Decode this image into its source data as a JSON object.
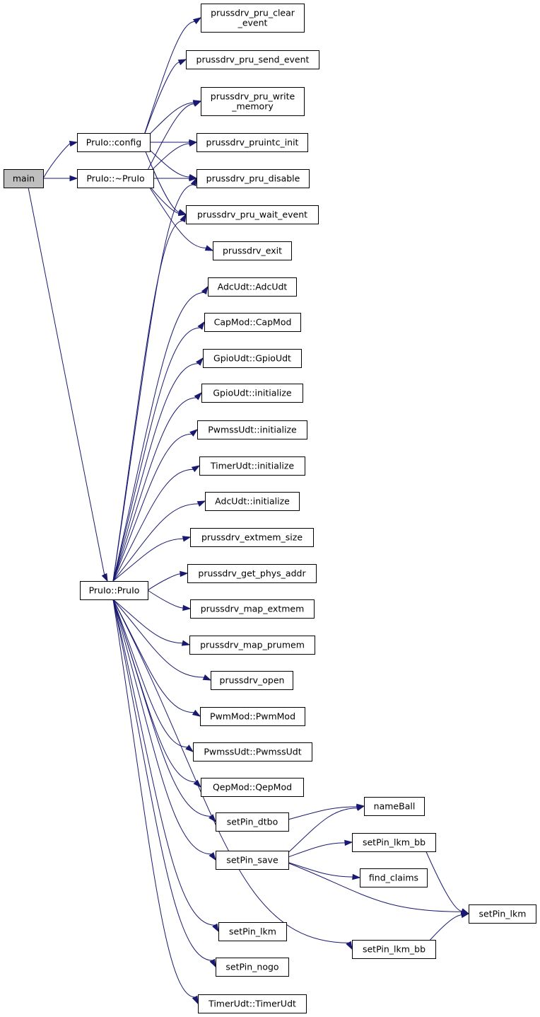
{
  "diagram": {
    "colors": {
      "edge": "#191970",
      "node_border": "#000000",
      "node_fill": "#ffffff",
      "root_fill": "#bfbfbf"
    },
    "nodes": {
      "main": {
        "label": [
          "main"
        ],
        "root": true
      },
      "config": {
        "label": [
          "PruIo::config"
        ]
      },
      "dtor": {
        "label": [
          "PruIo::~PruIo"
        ]
      },
      "ctor": {
        "label": [
          "PruIo::PruIo"
        ]
      },
      "clear_event": {
        "label": [
          "prussdrv_pru_clear",
          "_event"
        ]
      },
      "send_event": {
        "label": [
          "prussdrv_pru_send_event"
        ]
      },
      "write_memory": {
        "label": [
          "prussdrv_pru_write",
          "_memory"
        ]
      },
      "pruintc_init": {
        "label": [
          "prussdrv_pruintc_init"
        ]
      },
      "pru_disable": {
        "label": [
          "prussdrv_pru_disable"
        ]
      },
      "wait_event": {
        "label": [
          "prussdrv_pru_wait_event"
        ]
      },
      "exit": {
        "label": [
          "prussdrv_exit"
        ]
      },
      "adc_ctor": {
        "label": [
          "AdcUdt::AdcUdt"
        ]
      },
      "cap_ctor": {
        "label": [
          "CapMod::CapMod"
        ]
      },
      "gpio_ctor": {
        "label": [
          "GpioUdt::GpioUdt"
        ]
      },
      "gpio_init": {
        "label": [
          "GpioUdt::initialize"
        ]
      },
      "pwmss_init": {
        "label": [
          "PwmssUdt::initialize"
        ]
      },
      "timer_init": {
        "label": [
          "TimerUdt::initialize"
        ]
      },
      "adc_init": {
        "label": [
          "AdcUdt::initialize"
        ]
      },
      "extmem_size": {
        "label": [
          "prussdrv_extmem_size"
        ]
      },
      "phys_addr": {
        "label": [
          "prussdrv_get_phys_addr"
        ]
      },
      "map_extmem": {
        "label": [
          "prussdrv_map_extmem"
        ]
      },
      "map_prumem": {
        "label": [
          "prussdrv_map_prumem"
        ]
      },
      "open": {
        "label": [
          "prussdrv_open"
        ]
      },
      "pwm_ctor": {
        "label": [
          "PwmMod::PwmMod"
        ]
      },
      "pwmss_ctor": {
        "label": [
          "PwmssUdt::PwmssUdt"
        ]
      },
      "qep_ctor": {
        "label": [
          "QepMod::QepMod"
        ]
      },
      "setpin_dtbo": {
        "label": [
          "setPin_dtbo"
        ]
      },
      "nameball": {
        "label": [
          "nameBall"
        ]
      },
      "setpin_save": {
        "label": [
          "setPin_save"
        ]
      },
      "lkm_bb_1": {
        "label": [
          "setPin_lkm_bb"
        ]
      },
      "find_claims": {
        "label": [
          "find_claims"
        ]
      },
      "lkm_right": {
        "label": [
          "setPin_lkm"
        ]
      },
      "lkm_bb_2": {
        "label": [
          "setPin_lkm_bb"
        ]
      },
      "setpin_lkm": {
        "label": [
          "setPin_lkm"
        ]
      },
      "setpin_nogo": {
        "label": [
          "setPin_nogo"
        ]
      },
      "timer_ctor": {
        "label": [
          "TimerUdt::TimerUdt"
        ]
      }
    },
    "edges": [
      [
        "main",
        "config"
      ],
      [
        "main",
        "dtor"
      ],
      [
        "main",
        "ctor"
      ],
      [
        "config",
        "clear_event"
      ],
      [
        "config",
        "send_event"
      ],
      [
        "config",
        "write_memory"
      ],
      [
        "config",
        "pruintc_init"
      ],
      [
        "config",
        "pru_disable"
      ],
      [
        "config",
        "wait_event"
      ],
      [
        "dtor",
        "write_memory"
      ],
      [
        "dtor",
        "pruintc_init"
      ],
      [
        "dtor",
        "pru_disable"
      ],
      [
        "dtor",
        "wait_event"
      ],
      [
        "dtor",
        "exit"
      ],
      [
        "ctor",
        "pru_disable"
      ],
      [
        "ctor",
        "wait_event"
      ],
      [
        "ctor",
        "adc_ctor"
      ],
      [
        "ctor",
        "cap_ctor"
      ],
      [
        "ctor",
        "gpio_ctor"
      ],
      [
        "ctor",
        "gpio_init"
      ],
      [
        "ctor",
        "pwmss_init"
      ],
      [
        "ctor",
        "timer_init"
      ],
      [
        "ctor",
        "adc_init"
      ],
      [
        "ctor",
        "extmem_size"
      ],
      [
        "ctor",
        "phys_addr"
      ],
      [
        "ctor",
        "map_extmem"
      ],
      [
        "ctor",
        "map_prumem"
      ],
      [
        "ctor",
        "open"
      ],
      [
        "ctor",
        "pwm_ctor"
      ],
      [
        "ctor",
        "pwmss_ctor"
      ],
      [
        "ctor",
        "qep_ctor"
      ],
      [
        "ctor",
        "setpin_dtbo"
      ],
      [
        "ctor",
        "setpin_save"
      ],
      [
        "ctor",
        "lkm_bb_2"
      ],
      [
        "ctor",
        "setpin_lkm"
      ],
      [
        "ctor",
        "setpin_nogo"
      ],
      [
        "ctor",
        "timer_ctor"
      ],
      [
        "setpin_dtbo",
        "nameball"
      ],
      [
        "setpin_save",
        "nameball"
      ],
      [
        "setpin_save",
        "lkm_bb_1"
      ],
      [
        "setpin_save",
        "find_claims"
      ],
      [
        "setpin_save",
        "lkm_right"
      ],
      [
        "lkm_bb_1",
        "lkm_right"
      ],
      [
        "lkm_bb_2",
        "lkm_right"
      ]
    ]
  }
}
